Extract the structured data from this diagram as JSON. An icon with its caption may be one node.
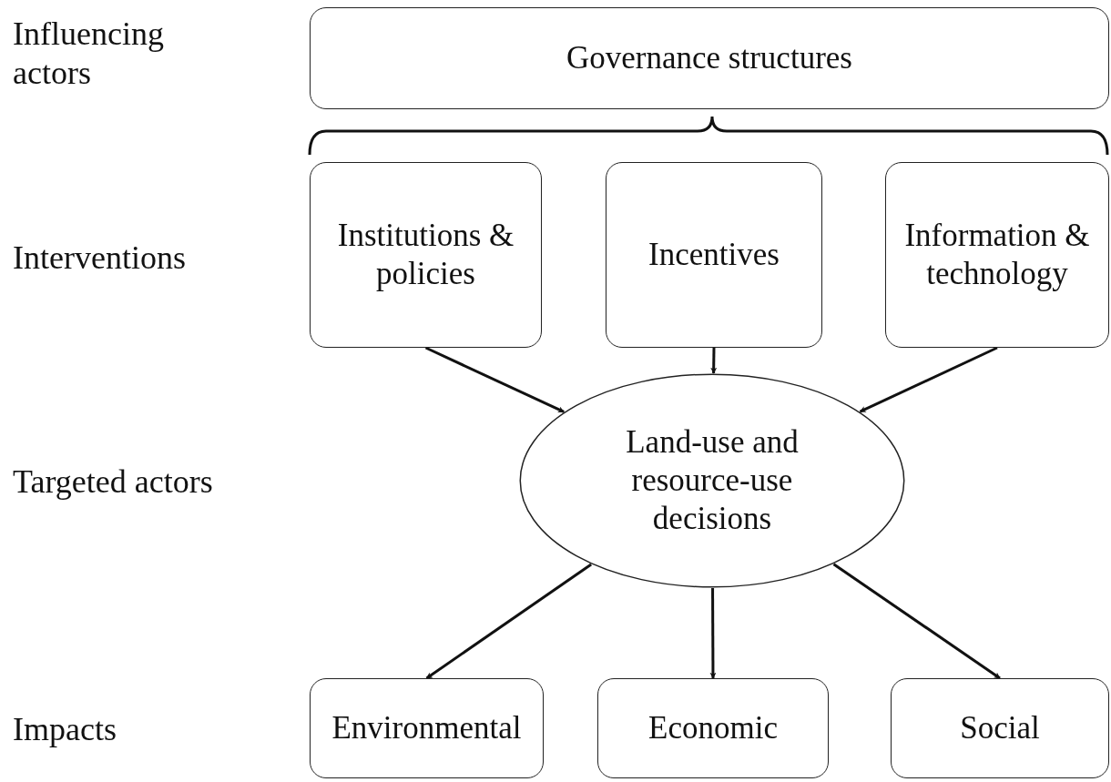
{
  "diagram": {
    "nodes": [
      {
        "text": [
          "Governance structures"
        ]
      },
      {
        "text": [
          "Institutions & policies"
        ]
      },
      {
        "text": [
          "Incentives"
        ]
      },
      {
        "text": [
          "Information & technology"
        ]
      },
      {
        "text": [
          "Land-use and resource-use decisions"
        ]
      },
      {
        "text": [
          "Environmental"
        ]
      },
      {
        "text": [
          "Economic"
        ]
      },
      {
        "text": [
          "Social"
        ]
      }
    ],
    "edges": [
      {
        "from": 1,
        "to": 4,
        "arrow": "to"
      },
      {
        "from": 2,
        "to": 4,
        "arrow": "to"
      },
      {
        "from": 3,
        "to": 4,
        "arrow": "to"
      },
      {
        "from": 4,
        "to": 5,
        "arrow": "to"
      },
      {
        "from": 4,
        "to": 6,
        "arrow": "to"
      },
      {
        "from": 4,
        "to": 7,
        "arrow": "to"
      }
    ],
    "labels": [
      "Influencing actors",
      "Interventions",
      "Targeted actors",
      "Impacts"
    ]
  }
}
